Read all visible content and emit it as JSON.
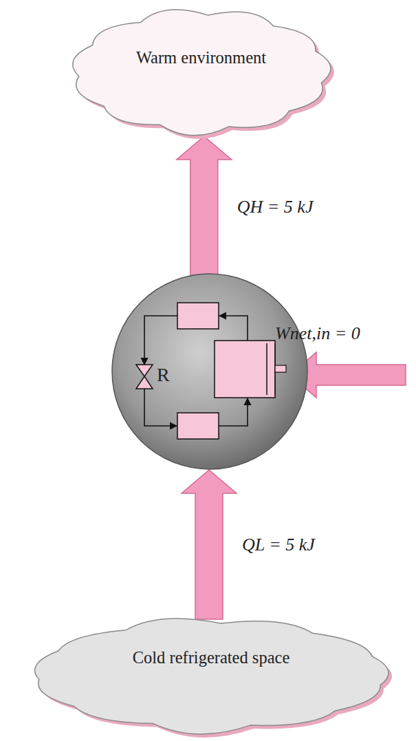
{
  "diagram": {
    "nodes": [
      {
        "text": [
          "Warm environment"
        ]
      },
      {
        "text": [
          "R"
        ]
      },
      {
        "text": [
          "Cold refrigerated space"
        ]
      }
    ],
    "edges": [
      {
        "from": 2,
        "to": 1,
        "label": "QL = 5 kJ",
        "arrow": "to"
      },
      {
        "from": 1,
        "to": 0,
        "label": "QH = 5 kJ",
        "arrow": "to"
      }
    ],
    "labels": [
      "Wnet,in = 0"
    ]
  }
}
